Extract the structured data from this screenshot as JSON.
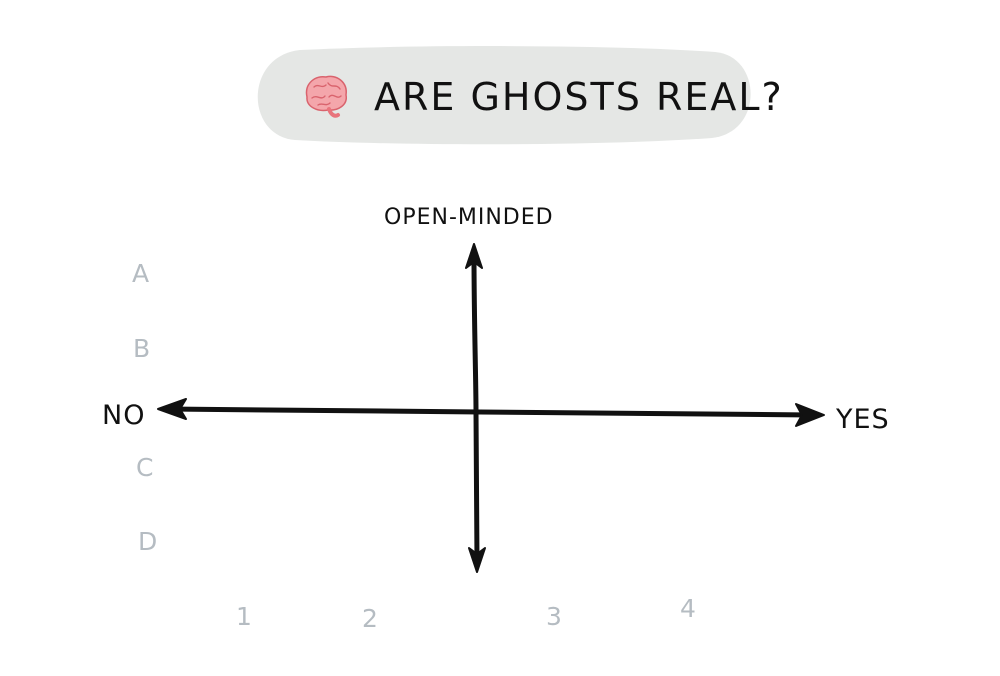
{
  "title": {
    "text": "ARE GHOSTS REAL?",
    "icon": "brain-icon",
    "pill_color": "#e5e7e5"
  },
  "axes": {
    "left_label": "NO",
    "right_label": "YES",
    "top_label": "OPEN-MINDED",
    "axis_color": "#111111"
  },
  "row_labels": [
    "A",
    "B",
    "C",
    "D"
  ],
  "column_labels": [
    "1",
    "2",
    "3",
    "4"
  ],
  "grid_label_color": "#b5bcc2",
  "icon_colors": {
    "brain_fill": "#f4a6ab",
    "brain_stroke": "#d9636d",
    "brain_stem": "#e8747c"
  }
}
